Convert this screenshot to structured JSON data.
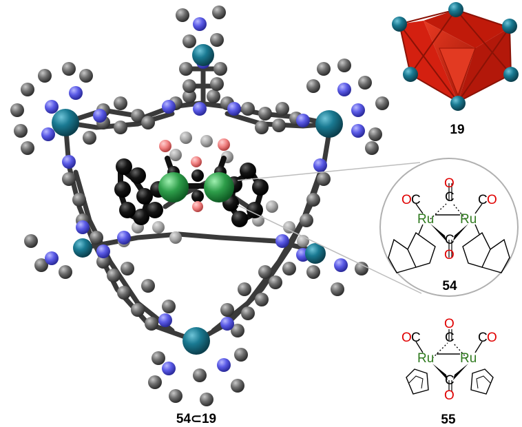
{
  "labels": {
    "host_guest": "54⊂19",
    "cage": "19",
    "complex_54": "54",
    "complex_55": "55"
  },
  "chem": {
    "metal": "Ru",
    "carbon": "C",
    "oxygen": "O",
    "carbonyl_left": "OC",
    "carbonyl_right": "CO"
  },
  "colors": {
    "metal_teal": "#1a6f86",
    "nitrogen_blue": "#5a5ae6",
    "carbon_gray": "#6b6b6b",
    "guest_ru_green": "#2e9e4a",
    "oxygen_red": "#f08080",
    "octahedron_red": "#d42010",
    "ru_text_green": "#2f7a1e",
    "o_text_red": "#e00000"
  }
}
